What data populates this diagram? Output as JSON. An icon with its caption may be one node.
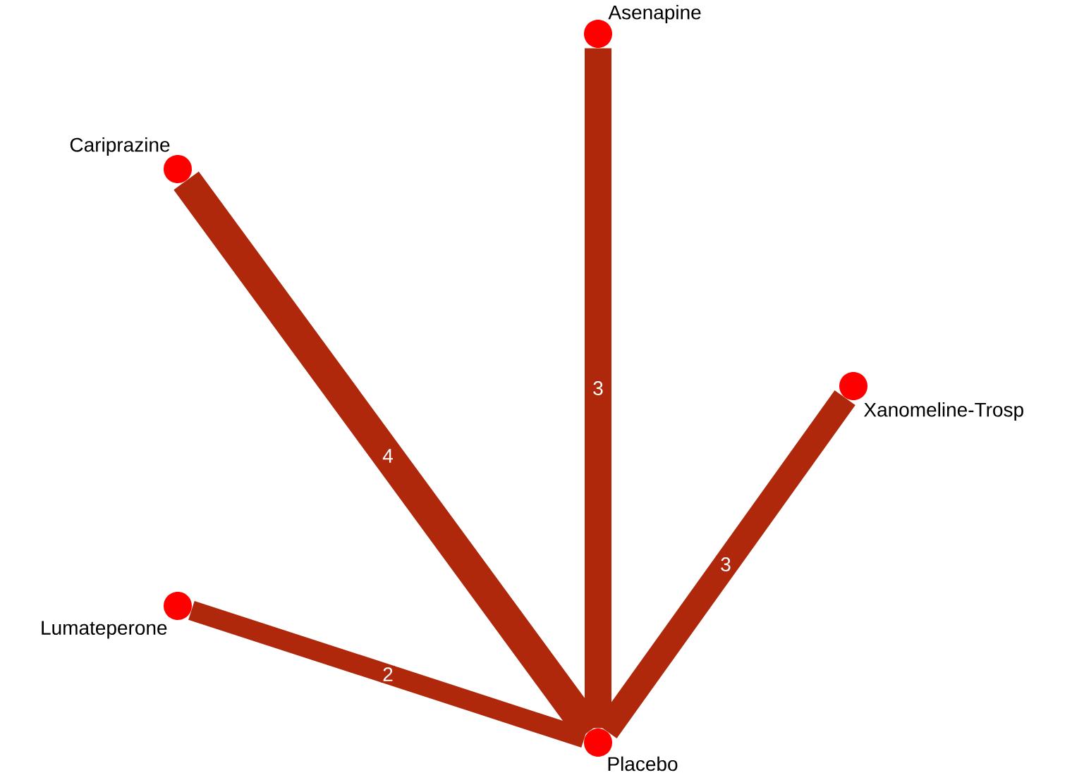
{
  "diagram": {
    "nodes": [
      {
        "text": [
          "Asenapine"
        ]
      },
      {
        "text": [
          "Cariprazine"
        ]
      },
      {
        "text": [
          "Xanomeline-Trosp"
        ]
      },
      {
        "text": [
          "Lumateperone"
        ]
      },
      {
        "text": [
          "Placebo"
        ]
      }
    ],
    "edges": [
      {
        "from": 0,
        "to": 4,
        "arrow": "none",
        "label": "3"
      },
      {
        "from": 1,
        "to": 4,
        "arrow": "none",
        "label": "4"
      },
      {
        "from": 2,
        "to": 4,
        "arrow": "none",
        "label": "3"
      },
      {
        "from": 3,
        "to": 4,
        "arrow": "none",
        "label": "2"
      }
    ]
  }
}
